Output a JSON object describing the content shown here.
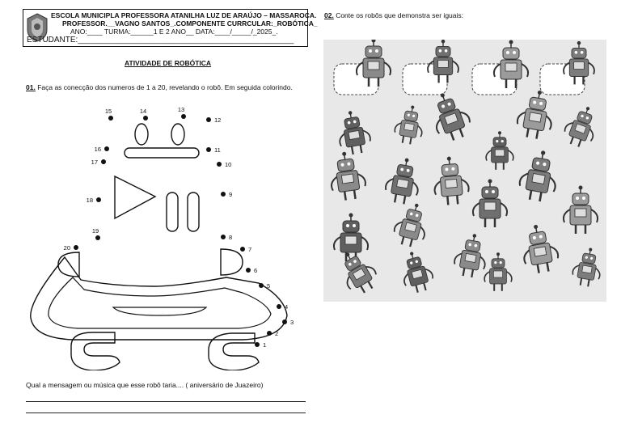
{
  "header": {
    "school": "ESCOLA MUNICIPLA PROFESSORA ATANILHA LUZ DE ARAÚJO – MASSAROCA.",
    "teacher_line": "PROFESSOR.__VAGNO SANTOS_.COMPONENTE CURRCULAR:_ROBÓTICA_",
    "class_line": "ANO:____ TURMA:______1 E 2 ANO__ DATA:____/_____/_2025_.",
    "student_line": "ESTUDANTE:________________________________________________"
  },
  "activity_title": "ATIVIDADE DE ROBÓTICA",
  "q1": {
    "number": "01.",
    "text": " Faça as conecção dos numeros  de 1 a 20, revelando o robô. Em seguida colorindo."
  },
  "dots": [
    {
      "label": "1"
    },
    {
      "label": "2"
    },
    {
      "label": "3"
    },
    {
      "label": "4"
    },
    {
      "label": "5"
    },
    {
      "label": "6"
    },
    {
      "label": "7"
    },
    {
      "label": "8"
    },
    {
      "label": "9"
    },
    {
      "label": "10"
    },
    {
      "label": "11"
    },
    {
      "label": "12"
    },
    {
      "label": "13"
    },
    {
      "label": "14"
    },
    {
      "label": "15"
    },
    {
      "label": "16"
    },
    {
      "label": "17"
    },
    {
      "label": "18"
    },
    {
      "label": "19"
    },
    {
      "label": "20"
    }
  ],
  "q2": {
    "number": "02.",
    "text": " Conte os robôs que demonstra ser iguais:"
  },
  "question_text": "Qual a mensagem ou música que esse robô taria.... ( aniversário de Juazeiro)"
}
